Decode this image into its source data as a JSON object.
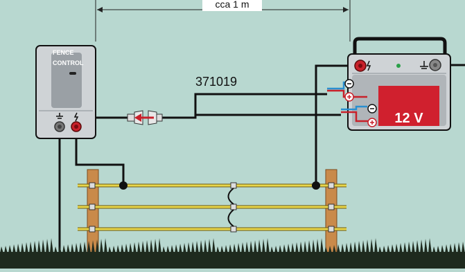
{
  "dimension": {
    "label": "cca 1 m"
  },
  "fence_control": {
    "label_line1": "FENCE",
    "label_line2": "CONTROL"
  },
  "cable": {
    "part_number": "371019"
  },
  "battery": {
    "voltage": "12 V"
  },
  "colors": {
    "background": "#b8d8d0",
    "post": "#c98a4a",
    "wire": "#e8d64a",
    "battery_label": "#d0202e",
    "positive": "#c8202a",
    "negative": "#2a8fd0",
    "grass": "#1e2a1e"
  },
  "icons": [
    "ground-icon",
    "lightning-icon",
    "plus-icon",
    "minus-icon",
    "plug-icon",
    "arrow-left-icon"
  ]
}
